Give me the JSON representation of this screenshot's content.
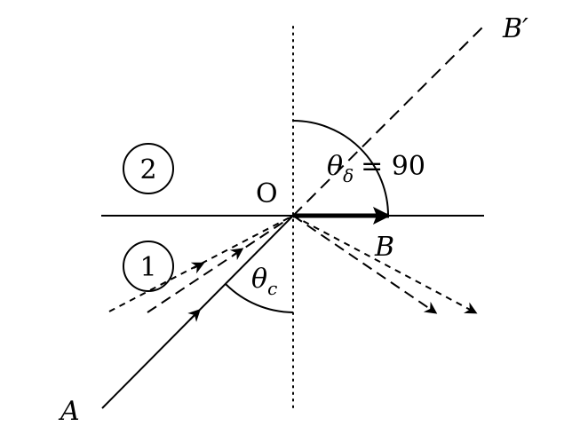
{
  "labels": {
    "origin": "O",
    "point_a": "A",
    "point_b": "B",
    "point_b_prime": "B′",
    "medium_2": "2",
    "medium_1": "1",
    "critical_angle_symbol": "θ",
    "critical_angle_sub": "c",
    "refraction_angle_symbol": "θ",
    "refraction_angle_sub": "δ",
    "refraction_angle_value": "= 90"
  }
}
